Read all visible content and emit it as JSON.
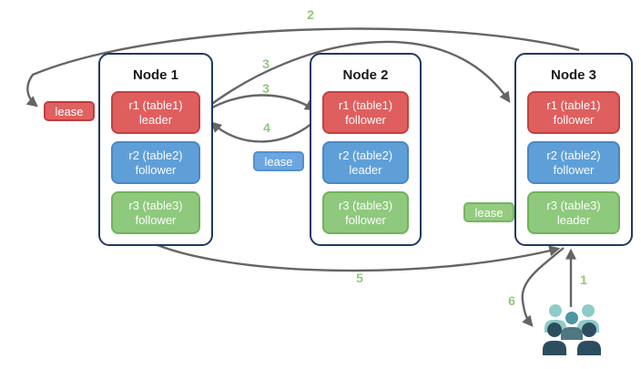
{
  "nodes": [
    {
      "title": "Node 1",
      "replicas": [
        {
          "name": "r1 (table1)",
          "role": "leader"
        },
        {
          "name": "r2 (table2)",
          "role": "follower"
        },
        {
          "name": "r3 (table3)",
          "role": "follower"
        }
      ]
    },
    {
      "title": "Node 2",
      "replicas": [
        {
          "name": "r1 (table1)",
          "role": "follower"
        },
        {
          "name": "r2 (table2)",
          "role": "leader"
        },
        {
          "name": "r3 (table3)",
          "role": "follower"
        }
      ]
    },
    {
      "title": "Node 3",
      "replicas": [
        {
          "name": "r1 (table1)",
          "role": "follower"
        },
        {
          "name": "r2 (table2)",
          "role": "follower"
        },
        {
          "name": "r3 (table3)",
          "role": "leader"
        }
      ]
    }
  ],
  "leases": [
    {
      "label": "lease",
      "color": "#E06161"
    },
    {
      "label": "lease",
      "color": "#6BA6E2"
    },
    {
      "label": "lease",
      "color": "#94CB7F"
    }
  ],
  "flow_labels": [
    {
      "step": "2"
    },
    {
      "step": "3"
    },
    {
      "step": "3"
    },
    {
      "step": "4"
    },
    {
      "step": "5"
    },
    {
      "step": "6"
    },
    {
      "step": "1"
    }
  ],
  "icons": {
    "users_group": "users-icon"
  },
  "palette": {
    "replica_red": "#DF5F5F",
    "replica_red_border": "#C24242",
    "replica_blue": "#5F9FD8",
    "replica_blue_border": "#4A88C4",
    "replica_green": "#8EC97D",
    "replica_green_border": "#72B25B",
    "node_border": "#1F3864",
    "arrow_gray": "#656565",
    "flow_label_green": "#90C978",
    "users_light_teal": "#8FCBC7",
    "users_mid_teal": "#4E96A3",
    "users_mid_body": "#4E7683",
    "users_dark_navy": "#2C4D60"
  }
}
